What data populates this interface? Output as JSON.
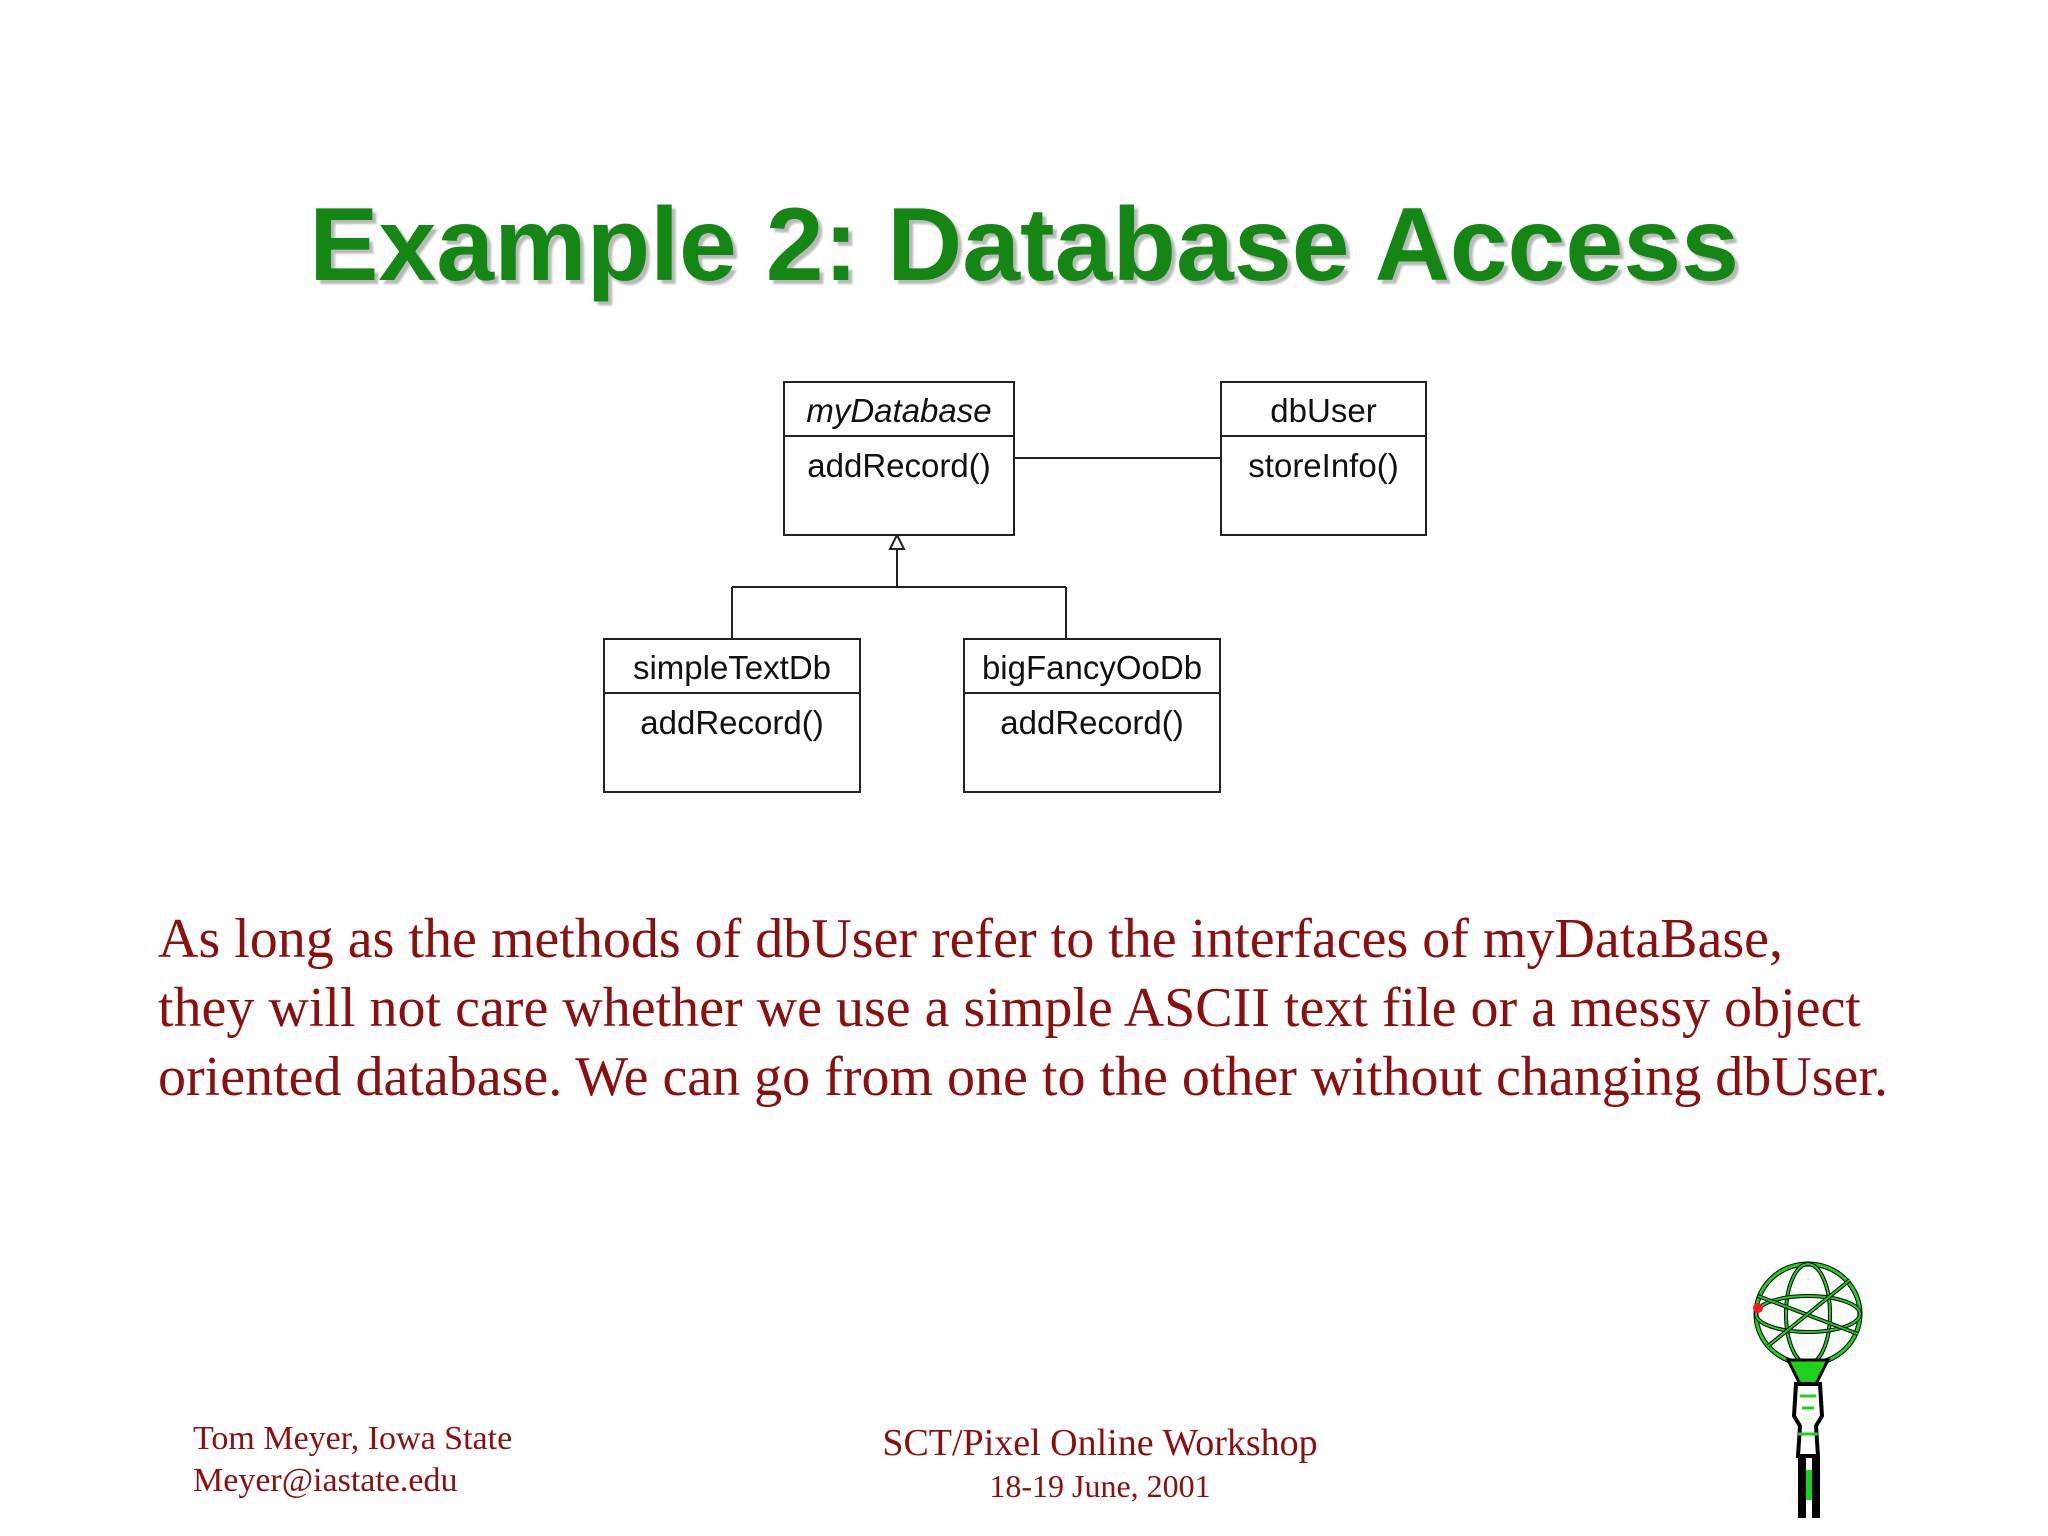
{
  "slide": {
    "title": "Example 2: Database Access",
    "uml": {
      "myDatabase": {
        "name": "myDatabase",
        "method": "addRecord()"
      },
      "dbUser": {
        "name": "dbUser",
        "method": "storeInfo()"
      },
      "simpleTextDb": {
        "name": "simpleTextDb",
        "method": "addRecord()"
      },
      "bigFancyOoDb": {
        "name": "bigFancyOoDb",
        "method": "addRecord()"
      }
    },
    "body_lines": [
      "As long as the methods of dbUser refer to the interfaces of myDataBase,",
      "they will not care whether we use a simple ASCII text file or a messy object",
      "oriented database. We can go from one to the other without changing dbUser."
    ],
    "footer": {
      "author": "Tom Meyer, Iowa State",
      "email": "Meyer@iastate.edu",
      "event": "SCT/Pixel Online Workshop",
      "date": "18-19 June, 2001"
    },
    "colors": {
      "title": "#138613",
      "body_text": "#8b0f0f",
      "logo_green": "#1fd11f"
    },
    "logo_icon": "atlas-detector-icon"
  }
}
